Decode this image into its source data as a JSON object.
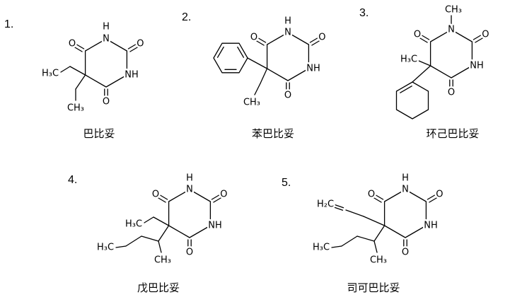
{
  "figure": {
    "background": "#ffffff",
    "line_color": "#000000"
  },
  "atoms": {
    "N": "N",
    "H": "H",
    "NH": "NH",
    "O": "O",
    "H3C": "H₃C",
    "CH3": "CH₃",
    "H2C": "H₂C"
  },
  "molecules": [
    {
      "number": "1.",
      "name": "巴比妥"
    },
    {
      "number": "2.",
      "name": "苯巴比妥"
    },
    {
      "number": "3.",
      "name": "环己巴比妥"
    },
    {
      "number": "4.",
      "name": "戊巴比妥"
    },
    {
      "number": "5.",
      "name": "司可巴比妥"
    }
  ]
}
